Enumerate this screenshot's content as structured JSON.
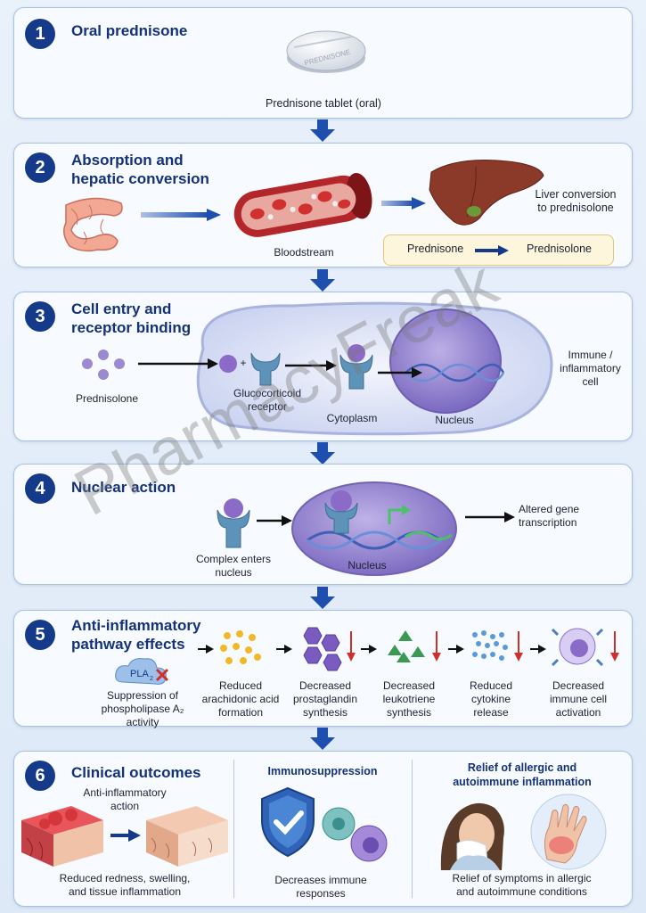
{
  "watermark": "PharmacyFreak",
  "colors": {
    "accent": "#163a8a",
    "panel_border": "#a9c1e0",
    "arrow_blue": "#1f4fae"
  },
  "step1": {
    "num": "1",
    "title": "Oral prednisone",
    "tablet_imprint": "PREDNISONE",
    "tablet_label": "Prednisone tablet (oral)"
  },
  "step2": {
    "num": "2",
    "title": "Absorption and\nhepatic conversion",
    "bloodstream_label": "Bloodstream",
    "liver_label": "Liver conversion\nto prednisolone",
    "from_drug": "Prednisone",
    "to_drug": "Prednisolone"
  },
  "step3": {
    "num": "3",
    "title": "Cell entry and\nreceptor binding",
    "drug_label": "Prednisolone",
    "receptor_label": "Glucocorticoid\nreceptor",
    "cytoplasm_label": "Cytoplasm",
    "nucleus_label": "Nucleus",
    "cell_label": "Immune /\ninflammatory\ncell",
    "plus": "+"
  },
  "step4": {
    "num": "4",
    "title": "Nuclear action",
    "complex_label": "Complex enters\nnucleus",
    "nucleus_label": "Nucleus",
    "outcome_label": "Altered gene\ntranscription"
  },
  "step5": {
    "num": "5",
    "title": "Anti-inflammatory\npathway effects",
    "pla2_tag": "PLA",
    "pla2_sub": "2",
    "effects": [
      {
        "label": "Suppression of\nphospholipase A₂\nactivity",
        "icon": "pla2-cloud-icon"
      },
      {
        "label": "Reduced\narachidonic acid\nformation",
        "icon": "arachidonic-dots-icon"
      },
      {
        "label": "Decreased\nprostaglandin\nsynthesis",
        "icon": "hexagon-cluster-icon"
      },
      {
        "label": "Decreased\nleukotriene\nsynthesis",
        "icon": "triangle-cluster-icon"
      },
      {
        "label": "Reduced\ncytokine\nrelease",
        "icon": "cytokine-dots-icon"
      },
      {
        "label": "Decreased\nimmune cell\nactivation",
        "icon": "immune-cell-icon"
      }
    ]
  },
  "step6": {
    "num": "6",
    "title": "Clinical outcomes",
    "anti_inflammatory_title": "Anti-inflammatory\naction",
    "anti_inflammatory_label": "Reduced redness, swelling,\nand tissue inflammation",
    "immuno_title": "Immunosuppression",
    "immuno_label": "Decreases immune\nresponses",
    "allergic_title": "Relief of allergic and\nautoimmune inflammation",
    "allergic_label": "Relief of symptoms in allergic\nand autoimmune conditions"
  }
}
